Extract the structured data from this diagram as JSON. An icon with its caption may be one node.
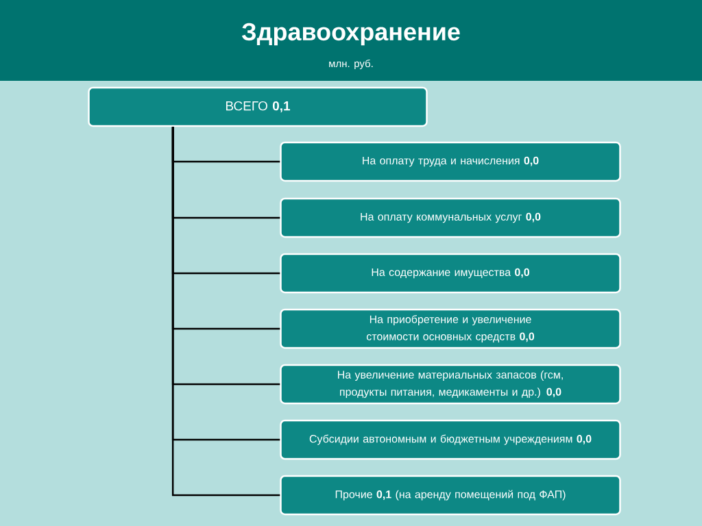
{
  "diagram": {
    "title": "Здравоохранение",
    "nodes": [
      {
        "text": [
          "ВСЕГО **0,1**"
        ]
      },
      {
        "text": [
          "На оплату труда и начисления **0,0**"
        ]
      },
      {
        "text": [
          "На оплату коммунальных услуг **0,0**"
        ]
      },
      {
        "text": [
          "На содержание имущества **0,0**"
        ]
      },
      {
        "text": [
          "На приобретение и увеличение стоимости основных средств **0,0**"
        ]
      },
      {
        "text": [
          "На увеличение материальных запасов (гсм, продукты питания, медикаменты и др.) **0,0**"
        ]
      },
      {
        "text": [
          "Субсидии автономным и бюджетным учреждениям **0,0**"
        ]
      },
      {
        "text": [
          "Прочие **0,1** (на аренду помещений под ФАП)"
        ]
      }
    ],
    "edges": [
      {
        "from": 0,
        "to": 1,
        "arrow": "none"
      },
      {
        "from": 0,
        "to": 2,
        "arrow": "none"
      },
      {
        "from": 0,
        "to": 3,
        "arrow": "none"
      },
      {
        "from": 0,
        "to": 4,
        "arrow": "none"
      },
      {
        "from": 0,
        "to": 5,
        "arrow": "none"
      },
      {
        "from": 0,
        "to": 6,
        "arrow": "none"
      },
      {
        "from": 0,
        "to": 7,
        "arrow": "none"
      }
    ],
    "labels": [
      "млн. руб."
    ]
  }
}
